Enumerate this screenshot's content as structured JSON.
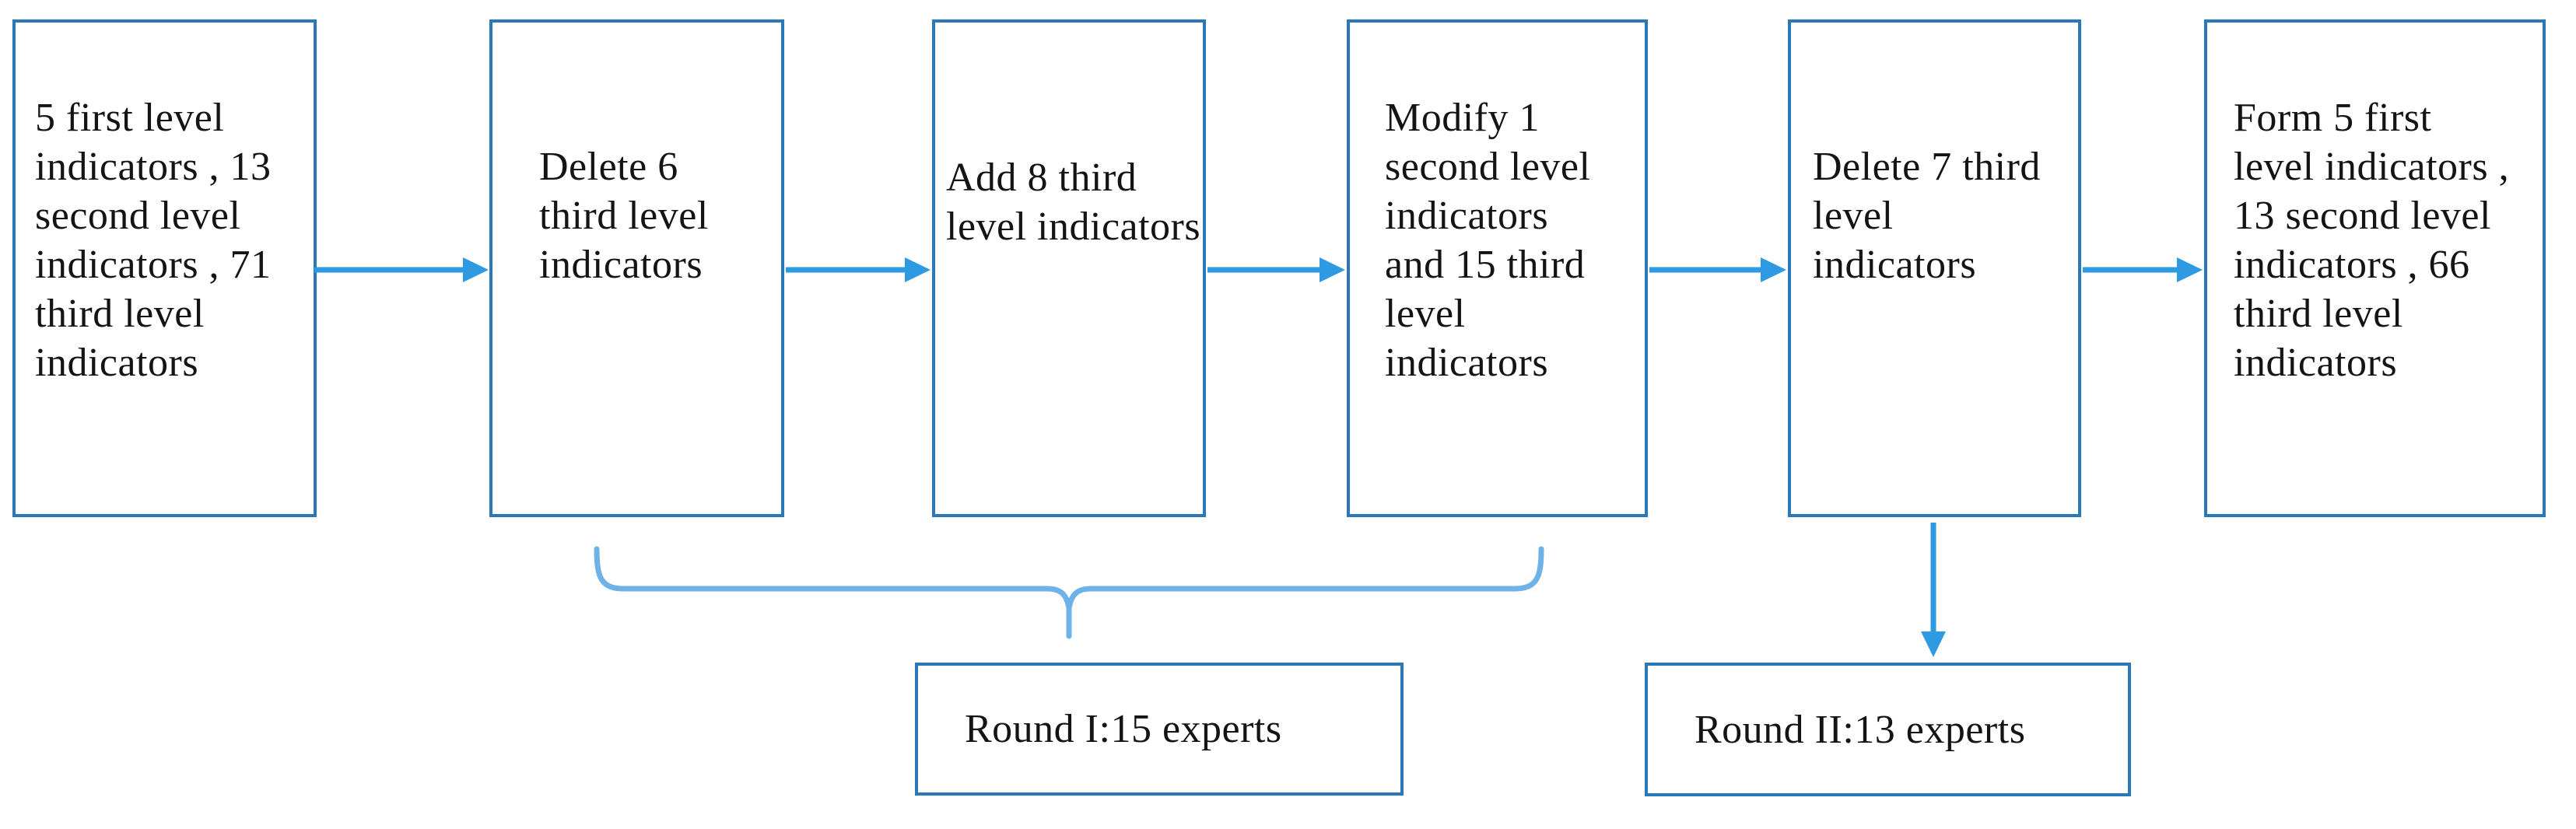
{
  "diagram": {
    "boxes": [
      {
        "label": "5 first level\nindicators , 13\nsecond level\nindicators , 71\nthird level\nindicators"
      },
      {
        "label": "Delete 6\nthird level\nindicators"
      },
      {
        "label": "Add 8 third\nlevel indicators"
      },
      {
        "label": "Modify 1\nsecond level\nindicators\nand 15 third\nlevel\nindicators"
      },
      {
        "label": "Delete 7 third\nlevel\nindicators"
      },
      {
        "label": "Form 5 first\nlevel indicators ,\n13 second level\nindicators , 66\nthird level\nindicators"
      }
    ],
    "round_boxes": [
      {
        "label": "Round I:15 experts"
      },
      {
        "label": "Round II:13 experts"
      }
    ],
    "colors": {
      "box_border": "#2b78b8",
      "arrow": "#2e9ae2",
      "brace": "#6fb2e8",
      "text": "#141414",
      "background": "#ffffff"
    }
  }
}
